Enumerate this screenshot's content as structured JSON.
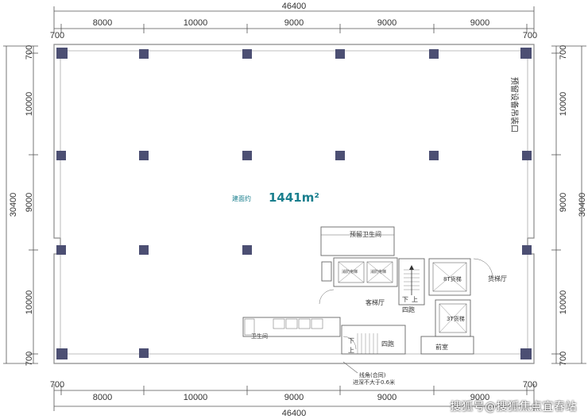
{
  "dims": {
    "total_width": "46400",
    "total_depth": "30400",
    "cols": [
      "700",
      "8000",
      "10000",
      "9000",
      "9000",
      "9000",
      "700"
    ],
    "rows": [
      "700",
      "10000",
      "9000",
      "10000",
      "700"
    ]
  },
  "area": {
    "prefix": "建面约",
    "value": "1441m²"
  },
  "labels": {
    "reserved_opening": "预留设备吊装口",
    "reserved_wc": "预留卫生间",
    "elev_lobby": "客梯厅",
    "cargo_lobby": "货梯厅",
    "stair_a": "四跑",
    "stair_b": "四跑",
    "front_room": "前室",
    "wc": "卫生间",
    "cargo_8t": "8T货梯",
    "cargo_3t": "3T货梯",
    "up1": "上",
    "down1": "下",
    "up2": "上",
    "down2": "下",
    "corner_line1": "线角(合同)",
    "corner_line2": "进深不大于0.6米",
    "elev_tag": "消防电梯"
  },
  "watermark": "搜狐号@搜狐焦点宜春站",
  "colors": {
    "column": "#4c4f73",
    "wall": "#8a8a8a",
    "line": "#666666",
    "accent": "#1a7f8e"
  }
}
